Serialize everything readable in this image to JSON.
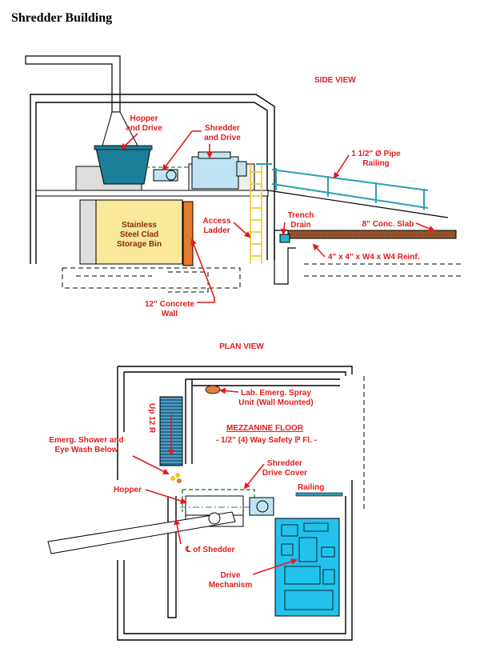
{
  "title": "Shredder Building",
  "views": {
    "side": "SIDE VIEW",
    "plan": "PLAN VIEW"
  },
  "side_labels": {
    "hopper": [
      "Hopper",
      "and Drive"
    ],
    "shredder": [
      "Shredder",
      "and Drive"
    ],
    "pipe_railing": [
      "1 1/2\" Ø Pipe",
      "Railing"
    ],
    "bin": [
      "Stainless",
      "Steel Clad",
      "Storage Bin"
    ],
    "ladder": [
      "Access",
      "Ladder"
    ],
    "trench": [
      "Trench",
      "Drain"
    ],
    "slab": "8\" Conc. Slab",
    "reinf": "4\" x 4\" x W4 x W4 Reinf.",
    "concrete_wall": [
      "12\" Concrete",
      "Wall"
    ]
  },
  "plan_labels": {
    "spray": [
      "Lab. Emerg. Spray",
      "Unit (Wall Mounted)"
    ],
    "stairs": "Up 12 R",
    "mezz_title": "MEZZANINE FLOOR",
    "mezz_sub": "- 1/2\" (4) Way Safety ℙ Fl. -",
    "shower": [
      "Emerg. Shower and",
      "Eye Wash Below"
    ],
    "drive_cover": [
      "Shredder",
      "Drive Cover"
    ],
    "railing": "Railing",
    "hopper": "Hopper",
    "centerline": "℄ of Shedder",
    "drive_mech": [
      "Drive",
      "Mechanism"
    ]
  },
  "colors": {
    "label": "#e21b1b",
    "hopper": "#1b7f99",
    "shredder": "#bfe3f2",
    "bin": "#f7e89a",
    "concrete_wall": "#e8782a",
    "ladder": "#f2c623",
    "railing": "#2b9fb3",
    "slab": "#8a5a2e",
    "trench": "#27b6d6",
    "drive_mechanism": "#23c2ec",
    "stairs": "#1b6e99",
    "spray": "#e0803a",
    "cover": "#4aa84a"
  }
}
